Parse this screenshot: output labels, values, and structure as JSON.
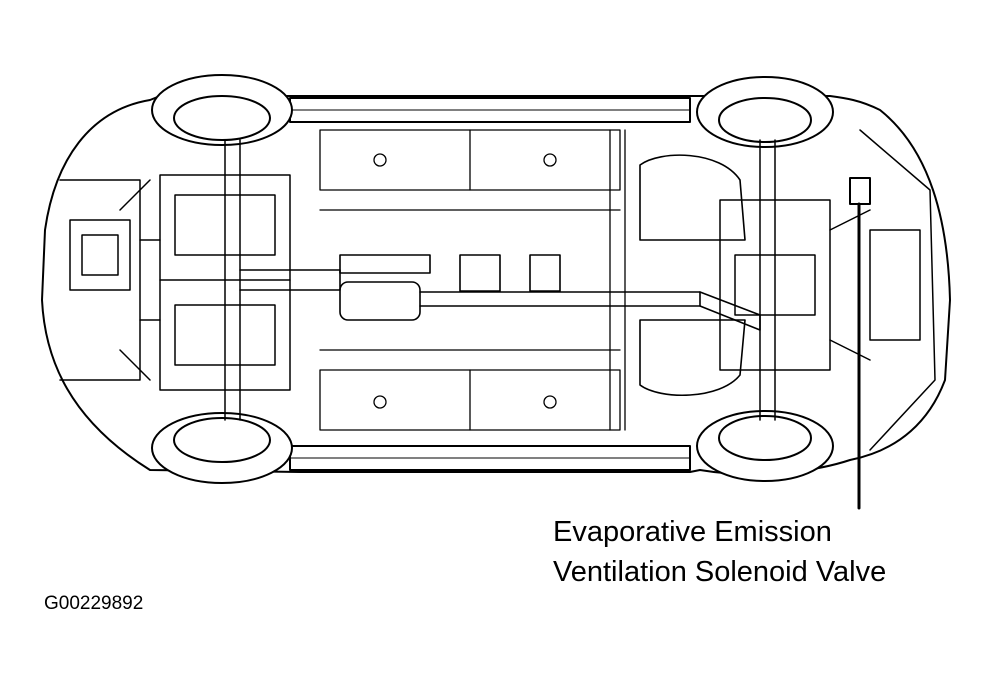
{
  "callout": {
    "line1": "Evaporative Emission",
    "line2": "Ventilation Solenoid Valve"
  },
  "figure_id": "G00229892",
  "colors": {
    "ink": "#000000",
    "paper": "#ffffff"
  }
}
